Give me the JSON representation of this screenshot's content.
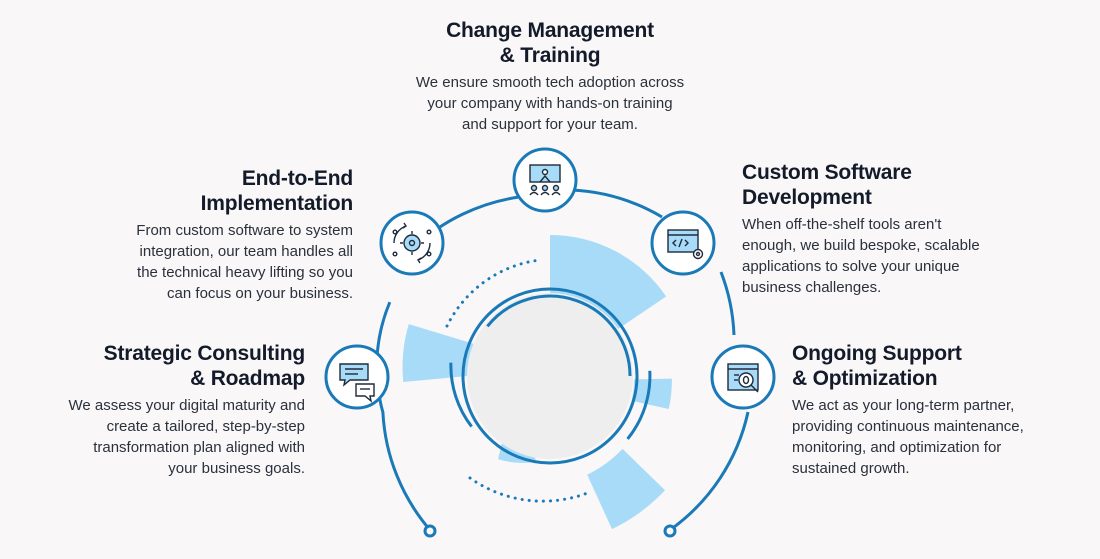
{
  "services": {
    "change_management": {
      "title": [
        "Change Management",
        "& Training"
      ],
      "body": [
        "We ensure smooth tech adoption across",
        "your company with hands-on training",
        "and support for your team."
      ],
      "icon": "training-presentation-icon"
    },
    "end_to_end": {
      "title": [
        "End-to-End",
        "Implementation"
      ],
      "body": [
        "From custom software to system",
        "integration, our team handles all",
        "the technical heavy lifting so you",
        "can focus on your business."
      ],
      "icon": "gear-process-icon"
    },
    "custom_software": {
      "title": [
        "Custom Software",
        "Development"
      ],
      "body": [
        "When off-the-shelf tools aren't",
        "enough, we build bespoke, scalable",
        "applications to solve your unique",
        "business challenges."
      ],
      "icon": "code-window-icon"
    },
    "strategic_consulting": {
      "title": [
        "Strategic Consulting",
        "& Roadmap"
      ],
      "body": [
        "We assess your digital maturity and",
        "create a tailored, step-by-step",
        "transformation plan aligned with",
        "your business goals."
      ],
      "icon": "chat-bubbles-icon"
    },
    "ongoing_support": {
      "title": [
        "Ongoing Support",
        "& Optimization"
      ],
      "body": [
        "We act as your long-term partner,",
        "providing continuous maintenance,",
        "monitoring, and optimization for",
        "sustained growth."
      ],
      "icon": "bug-search-icon"
    }
  },
  "colors": {
    "ring": "#1a7ab8",
    "accent": "#a8dbf8",
    "inner_disc": "#eeeeee",
    "background": "#f9f7f7",
    "text": "#131a29"
  }
}
